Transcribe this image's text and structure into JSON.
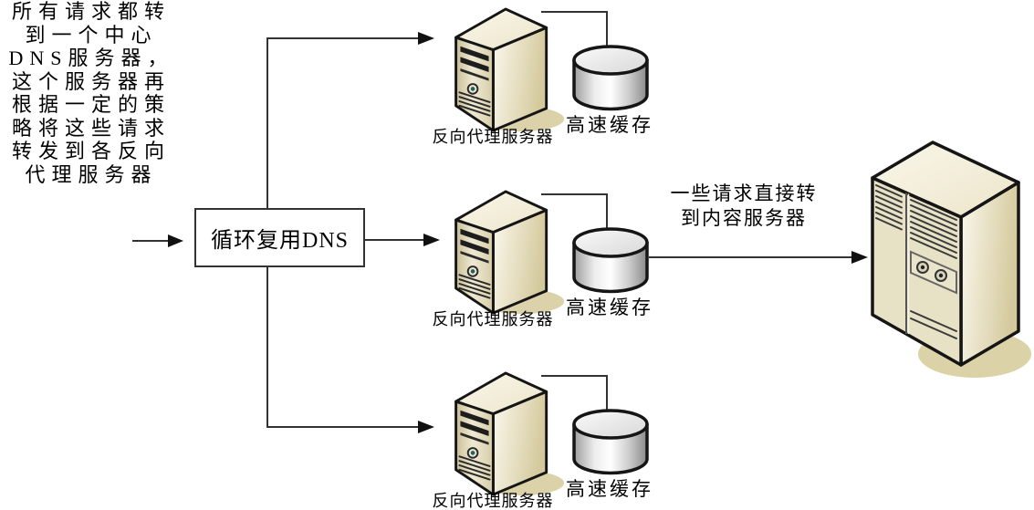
{
  "left_note": {
    "lines": [
      "所有请求都转",
      "到一个中心",
      "DNS服务器，",
      "这个服务器再",
      "根据一定的策",
      "略将这些请求",
      "转发到各反向",
      "代理服务器"
    ]
  },
  "dns_box": {
    "label": "循环复用DNS"
  },
  "proxy_groups": [
    {
      "server_label": "反向代理服务器",
      "cache_label": "高速缓存"
    },
    {
      "server_label": "反向代理服务器",
      "cache_label": "高速缓存"
    },
    {
      "server_label": "反向代理服务器",
      "cache_label": "高速缓存"
    }
  ],
  "direct_annotation": {
    "lines": [
      "一些请求直接转",
      "到内容服务器"
    ]
  },
  "icons": {
    "proxy_server": "tower-server-icon",
    "cache": "database-cylinder-icon",
    "content_server": "large-server-icon"
  },
  "colors": {
    "background": "#ffffff",
    "line": "#333333",
    "outline": "#151515",
    "server_front_beige": "#d8cfa8",
    "server_side_cream": "#f4efdc",
    "shadow_tan": "#dbd2aa",
    "cylinder_light": "#ededed",
    "text": "#000000"
  }
}
